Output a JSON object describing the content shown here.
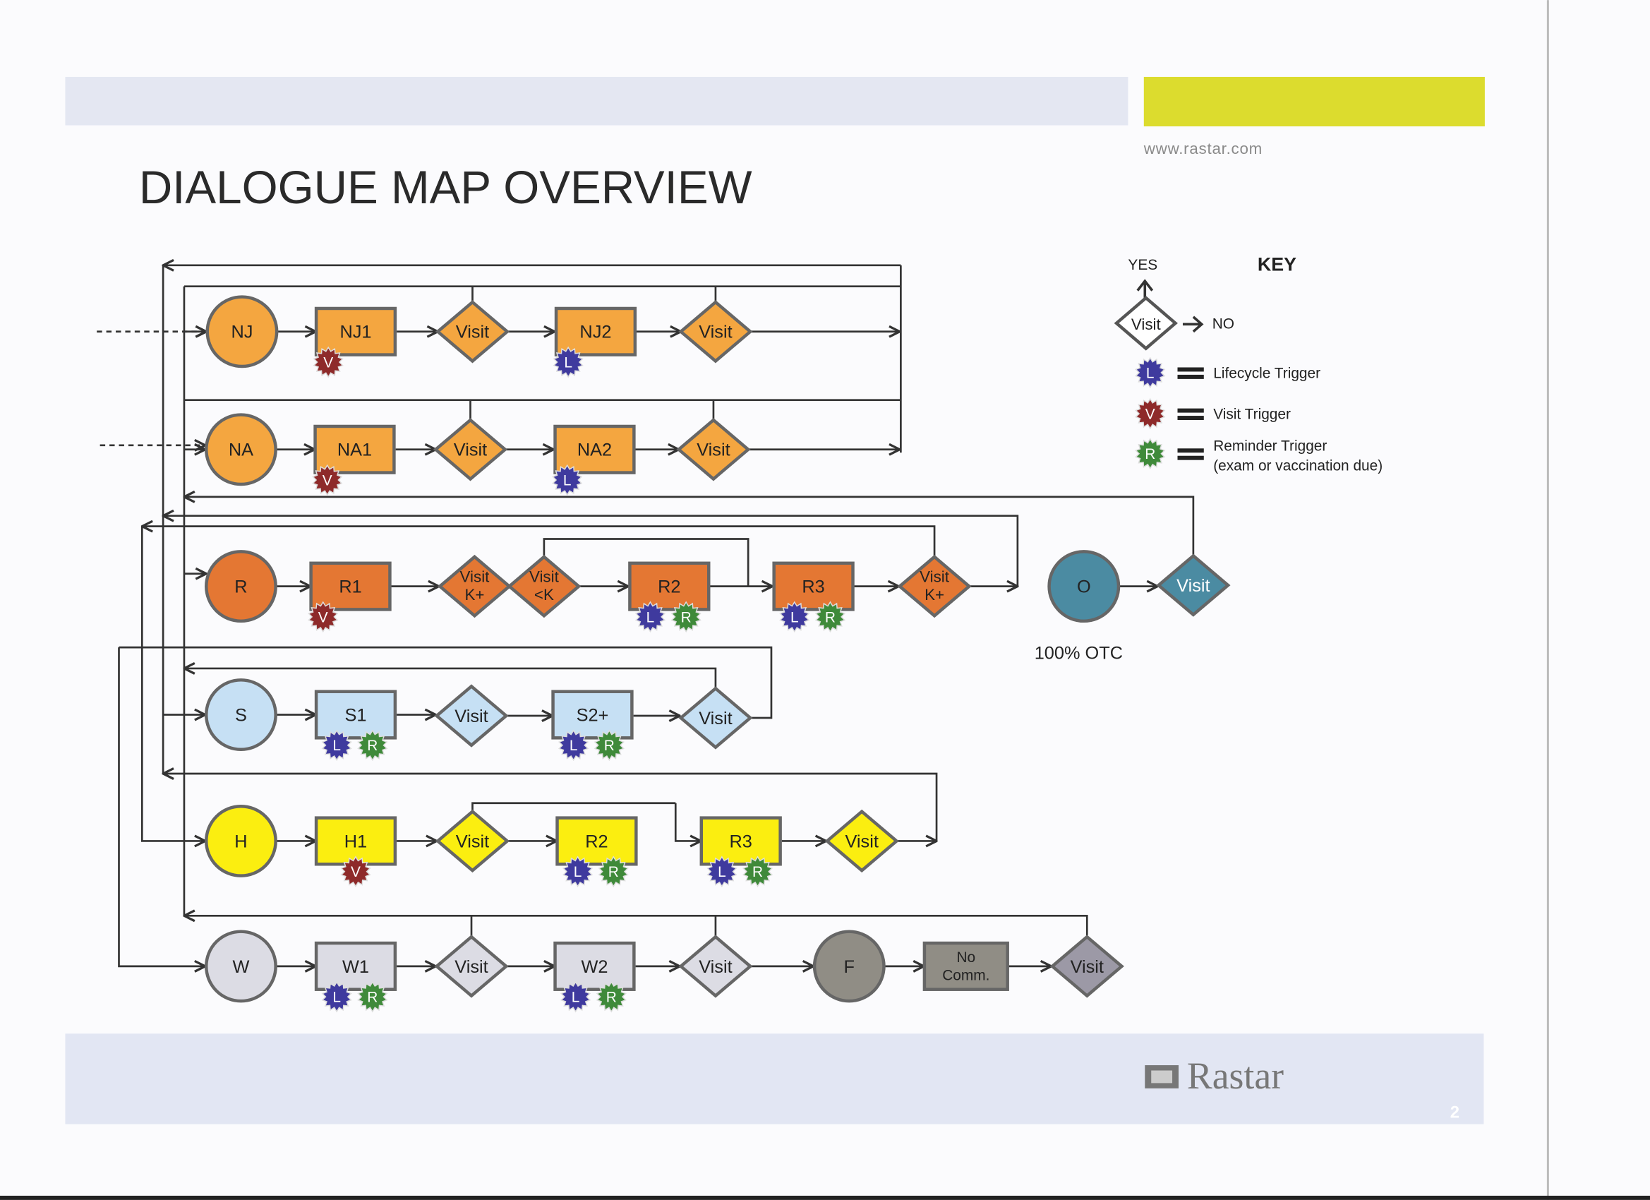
{
  "header": {
    "url": "www.rastar.com",
    "title": "DIALOGUE MAP OVERVIEW",
    "accent_color": "#dcdc2e",
    "band_color": "#e4e7f2"
  },
  "key": {
    "title": "KEY",
    "yes": "YES",
    "no": "NO",
    "decision": "Visit",
    "items": [
      {
        "badge": "L",
        "color": "#3f3a9e",
        "label": "Lifecycle Trigger"
      },
      {
        "badge": "V",
        "color": "#8e2a2a",
        "label": "Visit  Trigger"
      },
      {
        "badge": "R",
        "color": "#3f8a3a",
        "label": "Reminder Trigger",
        "label2": "(exam or vaccination due)"
      }
    ]
  },
  "colors": {
    "NJ": "#f4a640",
    "NA": "#f4a640",
    "R": "#e47733",
    "S": "#c6e0f4",
    "H": "#fbee10",
    "W": "#dcdce4",
    "O": "#4b8ba2",
    "F": "#908d85",
    "NoComm": "#908d85",
    "Final": "#9c99a6"
  },
  "nodes": [
    {
      "id": "NJ",
      "lines": [
        "NJ"
      ],
      "shape": "circle",
      "color": "NJ",
      "triggers": []
    },
    {
      "id": "NJ1",
      "lines": [
        "NJ1"
      ],
      "shape": "rect",
      "color": "NJ",
      "triggers": [
        "V"
      ]
    },
    {
      "id": "NJv1",
      "lines": [
        "Visit"
      ],
      "shape": "diamond",
      "color": "NJ",
      "triggers": []
    },
    {
      "id": "NJ2",
      "lines": [
        "NJ2"
      ],
      "shape": "rect",
      "color": "NJ",
      "triggers": [
        "L"
      ]
    },
    {
      "id": "NJv2",
      "lines": [
        "Visit"
      ],
      "shape": "diamond",
      "color": "NJ",
      "triggers": []
    },
    {
      "id": "NA",
      "lines": [
        "NA"
      ],
      "shape": "circle",
      "color": "NA",
      "triggers": []
    },
    {
      "id": "NA1",
      "lines": [
        "NA1"
      ],
      "shape": "rect",
      "color": "NA",
      "triggers": [
        "V"
      ]
    },
    {
      "id": "NAv1",
      "lines": [
        "Visit"
      ],
      "shape": "diamond",
      "color": "NA",
      "triggers": []
    },
    {
      "id": "NA2",
      "lines": [
        "NA2"
      ],
      "shape": "rect",
      "color": "NA",
      "triggers": [
        "L"
      ]
    },
    {
      "id": "NAv2",
      "lines": [
        "Visit"
      ],
      "shape": "diamond",
      "color": "NA",
      "triggers": []
    },
    {
      "id": "R",
      "lines": [
        "R"
      ],
      "shape": "circle",
      "color": "R",
      "triggers": []
    },
    {
      "id": "R1",
      "lines": [
        "R1"
      ],
      "shape": "rect",
      "color": "R",
      "triggers": [
        "V"
      ]
    },
    {
      "id": "Rv1",
      "lines": [
        "Visit",
        "K+"
      ],
      "shape": "diamond",
      "color": "R",
      "triggers": []
    },
    {
      "id": "Rv2",
      "lines": [
        "Visit",
        "<K"
      ],
      "shape": "diamond",
      "color": "R",
      "triggers": []
    },
    {
      "id": "R2",
      "lines": [
        "R2"
      ],
      "shape": "rect",
      "color": "R",
      "triggers": [
        "L",
        "R"
      ]
    },
    {
      "id": "R3",
      "lines": [
        "R3"
      ],
      "shape": "rect",
      "color": "R",
      "triggers": [
        "L",
        "R"
      ]
    },
    {
      "id": "Rv3",
      "lines": [
        "Visit",
        "K+"
      ],
      "shape": "diamond",
      "color": "R",
      "triggers": []
    },
    {
      "id": "O",
      "lines": [
        "O"
      ],
      "shape": "circle",
      "color": "O",
      "triggers": []
    },
    {
      "id": "Ov",
      "lines": [
        "Visit"
      ],
      "shape": "diamond",
      "color": "O",
      "triggers": [],
      "light": true
    },
    {
      "id": "S",
      "lines": [
        "S"
      ],
      "shape": "circle",
      "color": "S",
      "triggers": []
    },
    {
      "id": "S1",
      "lines": [
        "S1"
      ],
      "shape": "rect",
      "color": "S",
      "triggers": [
        "L",
        "R"
      ]
    },
    {
      "id": "Sv1",
      "lines": [
        "Visit"
      ],
      "shape": "diamond",
      "color": "S",
      "triggers": []
    },
    {
      "id": "S2",
      "lines": [
        "S2+"
      ],
      "shape": "rect",
      "color": "S",
      "triggers": [
        "L",
        "R"
      ]
    },
    {
      "id": "Sv2",
      "lines": [
        "Visit"
      ],
      "shape": "diamond",
      "color": "S",
      "triggers": []
    },
    {
      "id": "H",
      "lines": [
        "H"
      ],
      "shape": "circle",
      "color": "H",
      "triggers": []
    },
    {
      "id": "H1",
      "lines": [
        "H1"
      ],
      "shape": "rect",
      "color": "H",
      "triggers": [
        "V"
      ]
    },
    {
      "id": "Hv1",
      "lines": [
        "Visit"
      ],
      "shape": "diamond",
      "color": "H",
      "triggers": []
    },
    {
      "id": "HR2",
      "lines": [
        "R2"
      ],
      "shape": "rect",
      "color": "H",
      "triggers": [
        "L",
        "R"
      ]
    },
    {
      "id": "HR3",
      "lines": [
        "R3"
      ],
      "shape": "rect",
      "color": "H",
      "triggers": [
        "L",
        "R"
      ]
    },
    {
      "id": "Hv2",
      "lines": [
        "Visit"
      ],
      "shape": "diamond",
      "color": "H",
      "triggers": []
    },
    {
      "id": "W",
      "lines": [
        "W"
      ],
      "shape": "circle",
      "color": "W",
      "triggers": []
    },
    {
      "id": "W1",
      "lines": [
        "W1"
      ],
      "shape": "rect",
      "color": "W",
      "triggers": [
        "L",
        "R"
      ]
    },
    {
      "id": "Wv1",
      "lines": [
        "Visit"
      ],
      "shape": "diamond",
      "color": "W",
      "triggers": []
    },
    {
      "id": "W2",
      "lines": [
        "W2"
      ],
      "shape": "rect",
      "color": "W",
      "triggers": [
        "L",
        "R"
      ]
    },
    {
      "id": "Wv2",
      "lines": [
        "Visit"
      ],
      "shape": "diamond",
      "color": "W",
      "triggers": []
    },
    {
      "id": "F",
      "lines": [
        "F"
      ],
      "shape": "circle",
      "color": "F",
      "triggers": []
    },
    {
      "id": "NoComm",
      "lines": [
        "No",
        "Comm."
      ],
      "shape": "rect",
      "color": "NoComm",
      "triggers": []
    },
    {
      "id": "Wv3",
      "lines": [
        "Visit"
      ],
      "shape": "diamond",
      "color": "Final",
      "triggers": []
    }
  ],
  "trigger_colors": {
    "L": "#3f3a9e",
    "V": "#8e2a2a",
    "R": "#3f8a3a"
  },
  "otc_label": "100% OTC",
  "footer": {
    "logo_text": "Rastar",
    "page_number": "2"
  }
}
